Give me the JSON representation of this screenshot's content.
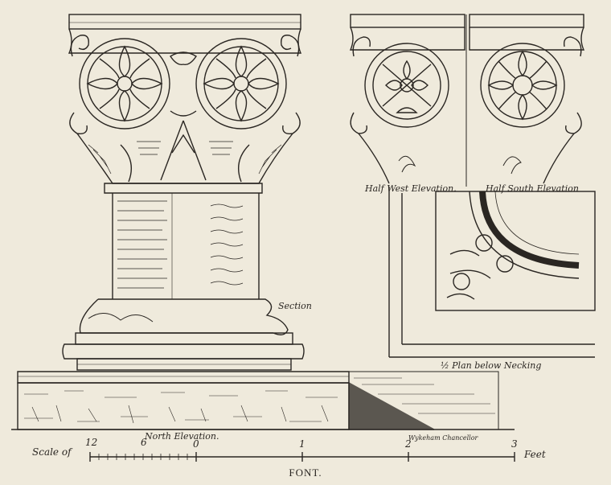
{
  "labels": {
    "half_west": "Half West Elevation.",
    "half_south": "Half South Elevation",
    "section": "Section",
    "plan": "½ Plan below Necking",
    "north": "North Elevation.",
    "signature": "Wykeham Chancellor"
  },
  "scale": {
    "prefix": "Scale of",
    "ticks": [
      "12",
      "6",
      "0",
      "1",
      "2",
      "3"
    ],
    "unit": "Feet"
  },
  "caption": "FONT."
}
